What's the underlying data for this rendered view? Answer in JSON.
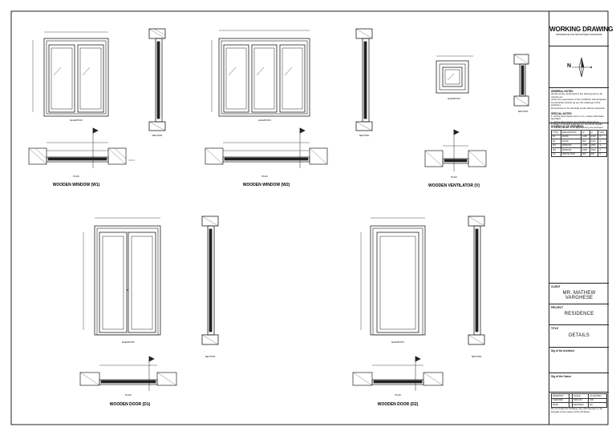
{
  "title_block": {
    "drawing_title": "WORKING DRAWING",
    "drawing_subtitle": "RESIDENCE FOR MR.MATHEW VARGHESE",
    "general_notes_heading": "GENERAL NOTES",
    "general_notes": [
      "All the works mentioned in the drawing are to be carried out",
      "under the supervision of the Architect/ Site Engineer",
      "Construction strictly as per the drawings of the Architect",
      "Dimensions to be checked at site before execution"
    ],
    "special_notes_heading": "SPECIAL NOTES",
    "special_notes": [
      "1. All the dimensions are in mm, unless otherwise specified",
      "2. All the dimensions are finished dimensions",
      "3. Refer structural drawings for structural details",
      "4. Joinery details to be approved by the Architect"
    ],
    "schedule_heading": "SCHEDULE OF OPENINGS",
    "schedule": [
      [
        "TYPE",
        "DESCRIPTION",
        "W",
        "H",
        "NOS"
      ],
      [
        "D1",
        "DOOR",
        "1200",
        "2100",
        "2"
      ],
      [
        "D2",
        "DOOR",
        "900",
        "2100",
        "4"
      ],
      [
        "W1",
        "WINDOW",
        "1200",
        "1500",
        "3"
      ],
      [
        "W2",
        "WINDOW",
        "1800",
        "1500",
        "2"
      ],
      [
        "V1",
        "VENTILATOR",
        "600",
        "600",
        "5"
      ]
    ],
    "client_label": "CLIENT",
    "client": "MR. MATHEW VARGHESE",
    "project_label": "PROJECT",
    "project": "RESIDENCE",
    "title_label": "TITLE",
    "title": "DETAILS",
    "architect_sig_label": "Sig of the Architect",
    "owner_sig_label": "Sig of the Owner",
    "footer_table": [
      [
        "DRAWN BY",
        "",
        "SCALE",
        "AS SHOWN"
      ],
      [
        "CHECKED",
        "",
        "DRG NO.",
        "WD"
      ],
      [
        "DATE",
        "",
        "REVISION",
        "R0"
      ]
    ],
    "footer_note": "Do not scale the drawing. Any discrepancy to be brought to the notice of the Architect",
    "north_label": "N"
  },
  "captions": {
    "w1": "WOODEN WINDOW (W1)",
    "w2": "WOODEN WINDOW (W2)",
    "v1": "WOODEN VENTILATOR (V)",
    "d1": "WOODEN DOOR (D1)",
    "d2": "WOODEN DOOR (D2)"
  },
  "view_labels": {
    "elevation": "ELEVATION",
    "section": "SECTION",
    "plan": "PLAN"
  }
}
